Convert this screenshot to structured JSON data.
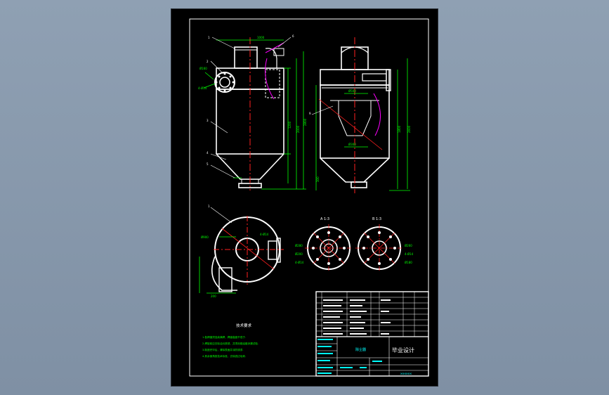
{
  "colors": {
    "background": "#8496aa",
    "sheet": "#000000",
    "outline": "#ffffff",
    "centerline": "#ff2020",
    "dimension": "#00ff00",
    "text_cyan": "#00ffff",
    "leader": "#ff00ff"
  },
  "views": {
    "a_label": "A 1:3",
    "b_label": "B 1:3"
  },
  "notes": {
    "heading": "技术要求",
    "items": [
      "1.各焊缝须连续满焊，焊缝高度不低于.",
      "2.焊接前应去除油污铁锈，并须用煤油做渗漏试验.",
      "3.制造完毕后，清除表面并涂防锈漆.",
      "4.其余倒角按技术标准，去除锐边毛刺."
    ]
  },
  "title_block": {
    "drawing_name": "除尘器",
    "project": "毕业设计",
    "sub": "xxxxxx"
  }
}
